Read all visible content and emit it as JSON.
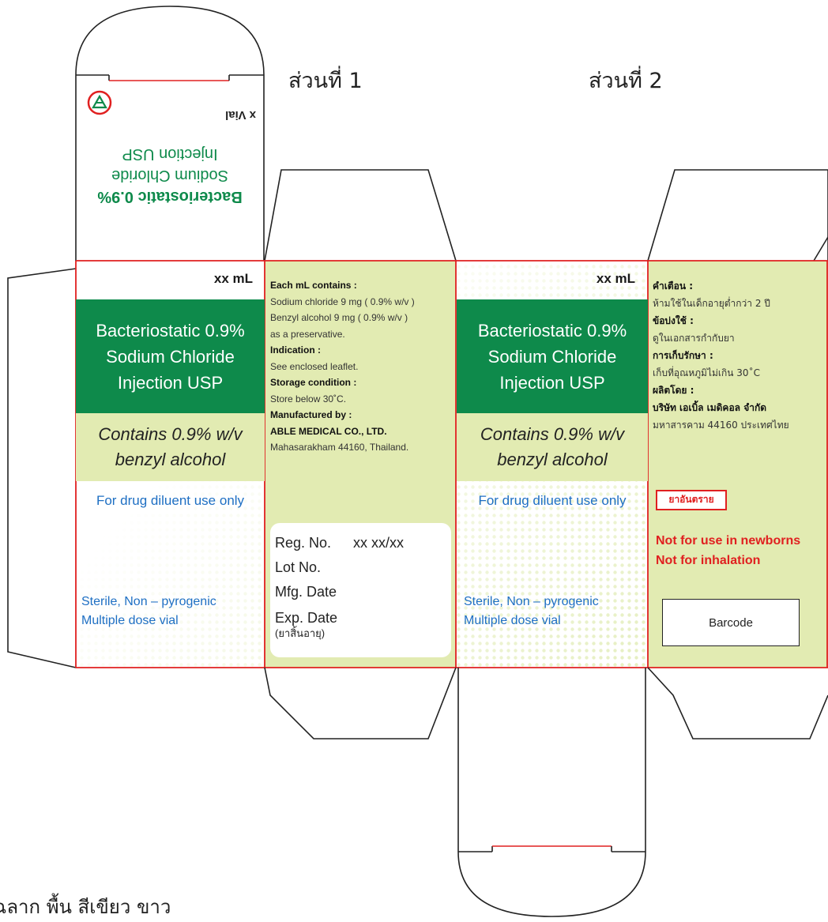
{
  "sections": {
    "part1": "ส่วนที่ 1",
    "part2": "ส่วนที่ 2"
  },
  "top_flap": {
    "units": "x Vial",
    "name_line1": "Bacteriostatic 0.9%",
    "name_line2": "Sodium Chloride",
    "name_line3": "Injection USP"
  },
  "front": {
    "volume": "xx mL",
    "name_line1": "Bacteriostatic 0.9%",
    "name_line2": "Sodium Chloride",
    "name_line3": "Injection USP",
    "contains_line1": "Contains 0.9% w/v",
    "contains_line2": "benzyl alcohol",
    "diluent": "For drug diluent use only",
    "sterile_line1": "Sterile, Non – pyrogenic",
    "sterile_line2": "Multiple dose vial"
  },
  "info_panel": {
    "each_ml_heading": "Each mL contains :",
    "sodium_chloride": "Sodium chloride 9 mg ( 0.9% w/v )",
    "benzyl_alcohol": "Benzyl alcohol   9 mg ( 0.9% w/v )",
    "preservative": "as a preservative.",
    "indication_heading": "Indication :",
    "indication_text": "See enclosed leaflet.",
    "storage_heading": "Storage condition :",
    "storage_text": "Store below 30˚C.",
    "manufacturer_heading": "Manufactured by :",
    "manufacturer_name": "ABLE MEDICAL CO., LTD.",
    "manufacturer_address": "Mahasarakham 44160, Thailand."
  },
  "reg_box": {
    "reg_label": "Reg. No.",
    "reg_value": "xx xx/xx",
    "lot": "Lot No.",
    "mfg": "Mfg. Date",
    "exp": "Exp. Date",
    "exp_thai": "(ยาสิ้นอายุ)"
  },
  "thai_panel": {
    "warning_heading": "คำเตือน :",
    "warning_text": "ห้ามใช้ในเด็กอายุต่ำกว่า 2 ปี",
    "usage_heading": "ข้อบ่งใช้ :",
    "usage_text": "ดูในเอกสารกำกับยา",
    "storage_heading": "การเก็บรักษา :",
    "storage_text": "เก็บที่อุณหภูมิไม่เกิน 30˚C",
    "maker_heading": "ผลิตโดย :",
    "maker_name": "บริษัท เอเบิ้ล เมดิคอล จำกัด",
    "maker_address": "มหาสารคาม 44160 ประเทศไทย",
    "danger_label": "ยาอันตราย",
    "not_newborns": "Not for use in newborns",
    "not_inhalation": "Not for inhalation",
    "barcode": "Barcode"
  },
  "footnote": "ฉลาก  พื้น สีเขียว ขาว",
  "colors": {
    "brand_green": "#0e8a4b",
    "pale_green": "#e2ebb2",
    "accent_red": "#e02020",
    "text_blue": "#1e6fc3"
  }
}
